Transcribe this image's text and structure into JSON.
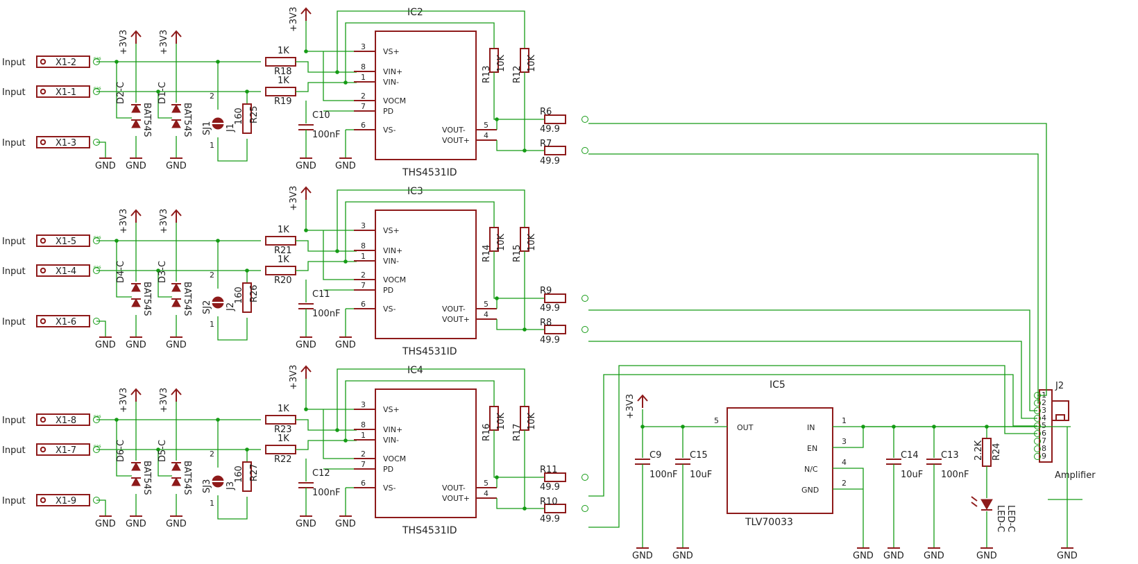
{
  "net_labels": {
    "input": "Input",
    "supply": "+3V3",
    "ground": "GND",
    "ref_1k": "1K",
    "ref_160": "160",
    "ref_499": "49.9",
    "ref_10k": "10K",
    "cap_100n": "100nF",
    "cap_10u": "10uF",
    "diode_type": "BAT54S",
    "amp_part": "THS4531ID",
    "amplifier": "Amplifier",
    "tiny_pass": "pas"
  },
  "amp_pins": {
    "vs_plus": "VS+",
    "vin_plus": "VIN+",
    "vin_minus": "VIN-",
    "vocm": "VOCM",
    "pd": "PD",
    "vs_minus": "VS-",
    "vout_minus": "VOUT-",
    "vout_plus": "VOUT+",
    "n3": "3",
    "n8": "8",
    "n1": "1",
    "n2": "2",
    "n7": "7",
    "n6": "6",
    "n5": "5",
    "n4": "4"
  },
  "channels": [
    {
      "ic": "IC2",
      "connectors": [
        "X1-2",
        "X1-1",
        "X1-3"
      ],
      "diodes": [
        "D2-C",
        "D1-C"
      ],
      "jumper": "SJ1",
      "jumper_j": "J1",
      "r_term": "R25",
      "r_top": "R18",
      "r_bot": "R19",
      "cap": "C10",
      "fb_a": "R13",
      "fb_b": "R12",
      "out_a": "R6",
      "out_b": "R7",
      "pin_a": "2",
      "pin_b": "1"
    },
    {
      "ic": "IC3",
      "connectors": [
        "X1-5",
        "X1-4",
        "X1-6"
      ],
      "diodes": [
        "D4-C",
        "D3-C"
      ],
      "jumper": "SJ2",
      "jumper_j": "J2",
      "r_term": "R26",
      "r_top": "R21",
      "r_bot": "R20",
      "cap": "C11",
      "fb_a": "R14",
      "fb_b": "R15",
      "out_a": "R9",
      "out_b": "R8",
      "pin_a": "2",
      "pin_b": "1"
    },
    {
      "ic": "IC4",
      "connectors": [
        "X1-8",
        "X1-7",
        "X1-9"
      ],
      "diodes": [
        "D6-C",
        "D5-C"
      ],
      "jumper": "SJ3",
      "jumper_j": "J3",
      "r_term": "R27",
      "r_top": "R23",
      "r_bot": "R22",
      "cap": "C12",
      "fb_a": "R16",
      "fb_b": "R17",
      "out_a": "R11",
      "out_b": "R10",
      "pin_a": "2",
      "pin_b": "1"
    }
  ],
  "regulator": {
    "ic": "IC5",
    "part": "TLV70033",
    "pin_out": "OUT",
    "pin_in": "IN",
    "pin_en": "EN",
    "pin_nc": "N/C",
    "pin_gnd": "GND",
    "n_out": "5",
    "n_in": "1",
    "n_en": "3",
    "n_nc": "4",
    "n_gnd": "2",
    "c9": "C9",
    "c15": "C15",
    "c14": "C14",
    "c13": "C13",
    "r24": "R24",
    "r24_val": "2.2K",
    "led_a": "LED-C",
    "led_b": "LED-C"
  },
  "header": {
    "ref": "J2",
    "pins": [
      "1",
      "2",
      "3",
      "4",
      "5",
      "6",
      "7",
      "8",
      "9"
    ]
  }
}
